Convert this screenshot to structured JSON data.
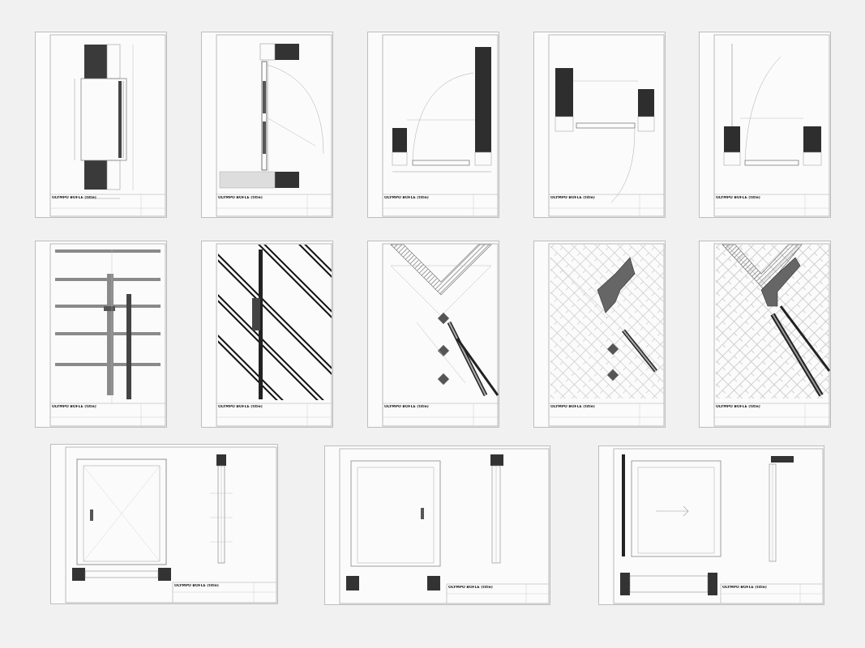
{
  "sheets": [
    {
      "id": "s1",
      "title": "OLYMPO BOFLE (title)",
      "subtitle": "",
      "scale": ""
    },
    {
      "id": "s2",
      "title": "OLYMPO BOFLE (title)",
      "subtitle": "",
      "scale": ""
    },
    {
      "id": "s3",
      "title": "OLYMPO BOFLE (title)",
      "subtitle": "",
      "scale": ""
    },
    {
      "id": "s4",
      "title": "OLYMPO BOFLE (title)",
      "subtitle": "",
      "scale": ""
    },
    {
      "id": "s5",
      "title": "OLYMPO BOFLE (title)",
      "subtitle": "",
      "scale": ""
    },
    {
      "id": "s6",
      "title": "OLYMPO BOFLE (title)",
      "subtitle": "",
      "scale": ""
    },
    {
      "id": "s7",
      "title": "OLYMPO BOFLE (title)",
      "subtitle": "",
      "scale": ""
    },
    {
      "id": "s8",
      "title": "OLYMPO BOFLE (title)",
      "subtitle": "",
      "scale": ""
    },
    {
      "id": "s9",
      "title": "OLYMPO BOFLE (title)",
      "subtitle": "",
      "scale": ""
    },
    {
      "id": "s10",
      "title": "OLYMPO BOFLE (title)",
      "subtitle": "",
      "scale": ""
    },
    {
      "id": "s11",
      "title": "OLYMPO BOFLE (title)",
      "subtitle": "",
      "scale": ""
    },
    {
      "id": "s12",
      "title": "OLYMPO BOFLE (title)",
      "subtitle": "",
      "scale": ""
    },
    {
      "id": "s13",
      "title": "OLYMPO BOFLE (title)",
      "subtitle": "",
      "scale": ""
    }
  ],
  "colors": {
    "background": "#f1f1f1",
    "sheet": "#fbfbfb",
    "solid_wall": "#2a2a2a",
    "hatch": "#8a8a8a",
    "line": "#555555"
  }
}
